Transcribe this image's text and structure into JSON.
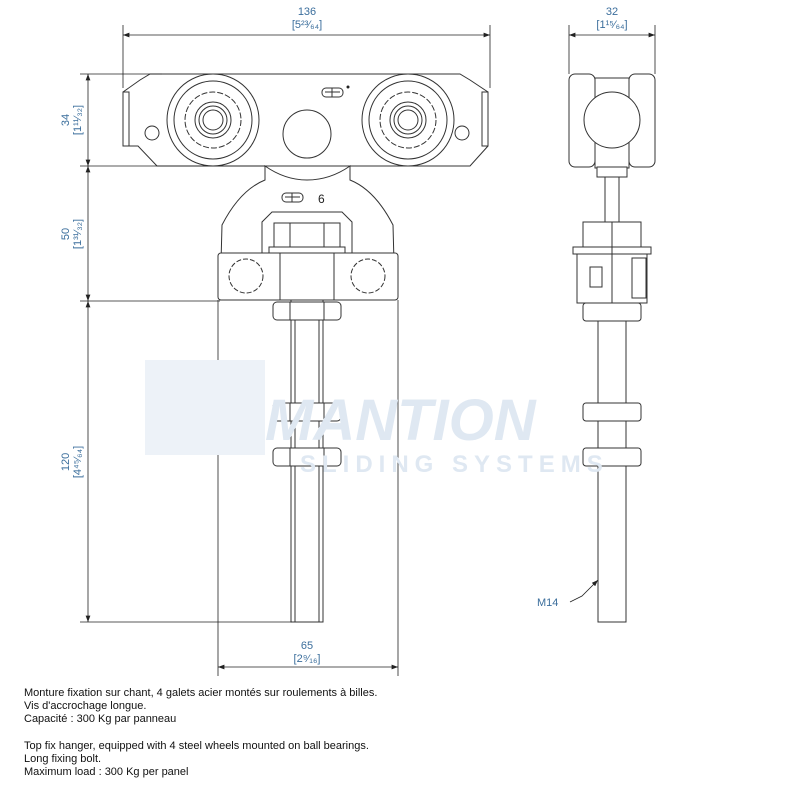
{
  "watermark": {
    "brand": "MANTION",
    "tagline": "SLIDING SYSTEMS"
  },
  "dimensions": {
    "width_top": {
      "mm": "136",
      "inch": "[5²³⁄₆₄]"
    },
    "side_width": {
      "mm": "32",
      "inch": "[1¹⁵⁄₆₄]"
    },
    "wheel_height": {
      "mm": "34",
      "inch": "[1¹¹⁄₃₂]"
    },
    "hanger_height": {
      "mm": "50",
      "inch": "[1³¹⁄₃₂]"
    },
    "bolt_length": {
      "mm": "120",
      "inch": "[4⁴⁵⁄₆₄]"
    },
    "block_width": {
      "mm": "65",
      "inch": "[2⁹⁄₁₆]"
    },
    "thread": "M14"
  },
  "marks": {
    "part_mark": "6"
  },
  "description_fr": [
    "Monture fixation sur chant, 4 galets acier montés sur roulements à billes.",
    "Vis d'accrochage longue.",
    "Capacité : 300 Kg par panneau"
  ],
  "description_en": [
    "Top fix hanger, equipped with 4 steel wheels mounted on ball bearings.",
    "Long fixing bolt.",
    "Maximum load : 300 Kg per panel"
  ]
}
